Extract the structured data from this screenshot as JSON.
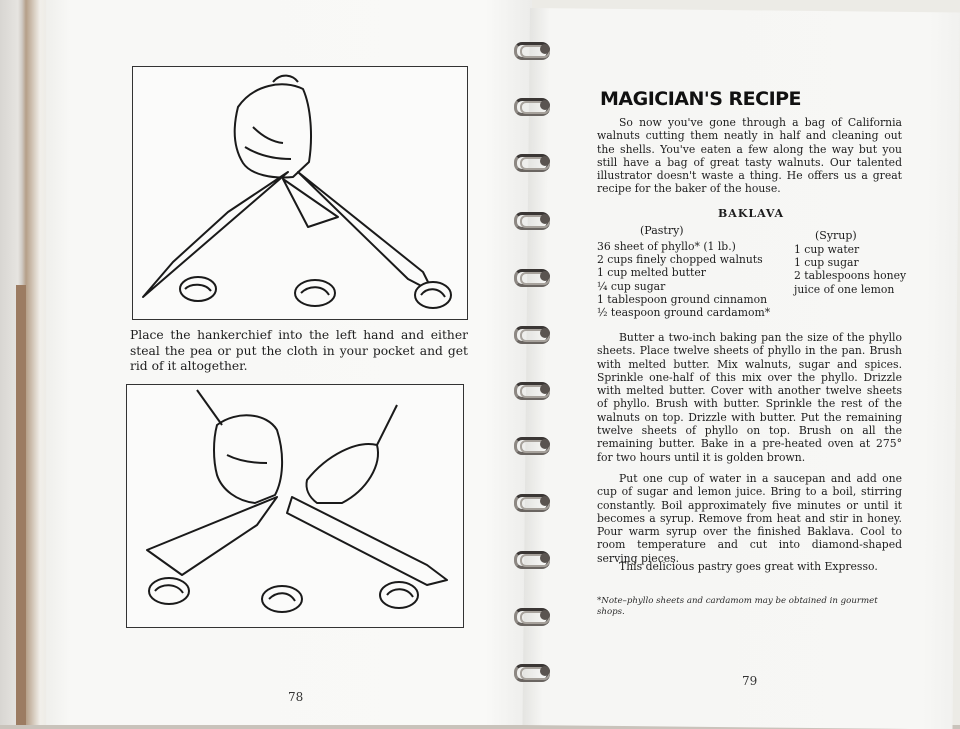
{
  "left_page": {
    "caption": "Place the hankerchief into the left hand and either steal the pea or put the cloth in your pocket and get rid of it altogether.",
    "page_number": "78"
  },
  "right_page": {
    "title": "MAGICIAN'S RECIPE",
    "intro": "So now you've gone through a bag of California walnuts cutting them neatly in half and cleaning out the shells. You've eaten a few along the way but you still have a bag of great tasty walnuts. Our talented illustrator doesn't waste a thing. He offers us a great recipe for the baker of the house.",
    "recipe_name": "BAKLAVA",
    "pastry_heading": "(Pastry)",
    "syrup_heading": "(Syrup)",
    "pastry_items": [
      "36 sheet of phyllo* (1 lb.)",
      "2 cups finely chopped walnuts",
      "1 cup melted butter",
      "¼ cup sugar",
      "1 tablespoon ground cinnamon",
      "½ teaspoon ground cardamom*"
    ],
    "syrup_items": [
      "1 cup water",
      "1 cup sugar",
      "2 tablespoons honey",
      "juice of one lemon"
    ],
    "paragraph1": "Butter a two-inch baking pan the size of the phyllo sheets. Place twelve sheets of phyllo in the pan. Brush with melted butter. Mix walnuts, sugar and spices. Sprinkle one-half of this mix over the phyllo. Drizzle with melted butter. Cover with another twelve sheets of phyllo. Brush with butter. Sprinkle the rest of the walnuts on top. Drizzle with butter. Put the remaining twelve sheets of phyllo on top. Brush on all the remaining butter. Bake in a pre-heated oven at 275° for two hours until it is golden brown.",
    "paragraph2": "Put one cup of water in a saucepan and add one cup of sugar and lemon juice. Bring to a boil, stirring constantly. Boil approximately five minutes or until it becomes a syrup. Remove from heat and stir in honey. Pour warm syrup over the finished Baklava. Cool to room temperature and cut into diamond-shaped serving pieces.",
    "paragraph3": "This delicious pastry goes great with Expresso.",
    "note": "*Note–phyllo sheets and cardamom may be obtained in gourmet shops.",
    "page_number": "79"
  }
}
